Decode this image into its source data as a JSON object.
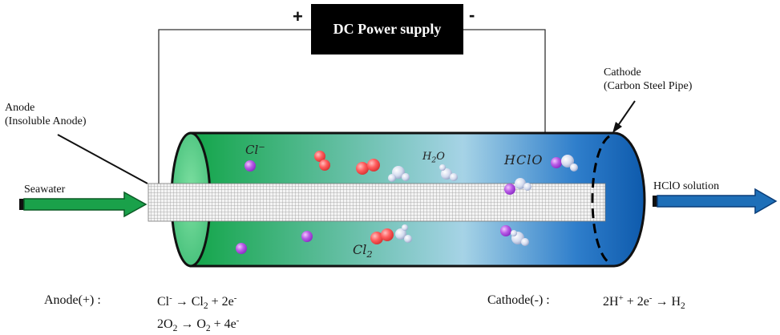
{
  "power_supply": {
    "label": "DC Power supply",
    "plus": "+",
    "minus": "-"
  },
  "labels": {
    "cathode_line1": "Cathode",
    "cathode_line2": "(Carbon Steel Pipe)",
    "anode_line1": "Anode",
    "anode_line2": "(Insoluble Anode)",
    "seawater": "Seawater",
    "output": "HClO solution"
  },
  "species": {
    "cl_minus": {
      "base": "Cl",
      "sup": "−"
    },
    "h2o": {
      "a": "H",
      "sub": "2",
      "b": "O"
    },
    "hclo": "HClO",
    "cl2": {
      "base": "Cl",
      "sub": "2"
    }
  },
  "equations": {
    "anode_label": "Anode(+) :",
    "anode_eq1": {
      "a": "Cl",
      "a_sup": "-",
      "arrow": " → Cl",
      "b_sub": "2",
      "c": " + 2e",
      "c_sup": "-"
    },
    "anode_eq2": {
      "a": "2O",
      "a_sub": "2",
      "arrow": " → O",
      "b_sub": "2",
      "c": " + 4e",
      "c_sup": "-"
    },
    "cathode_label": "Cathode(-) :",
    "cathode_eq": {
      "a": "2H",
      "a_sup": "+",
      "b": " + 2e",
      "b_sup": "-",
      "arrow": " → H",
      "c_sub": "2"
    }
  },
  "colors": {
    "tube_left": "#19a84a",
    "tube_mid": "#9dd0de",
    "tube_right": "#1463b5",
    "seawater_arrow": "#1aa14a",
    "output_arrow": "#1e6fb8",
    "cl_minus_ion": "#b34fe0",
    "cl2_molecule": "#ff5f5f",
    "water_molecule": "#c9d2ea"
  }
}
